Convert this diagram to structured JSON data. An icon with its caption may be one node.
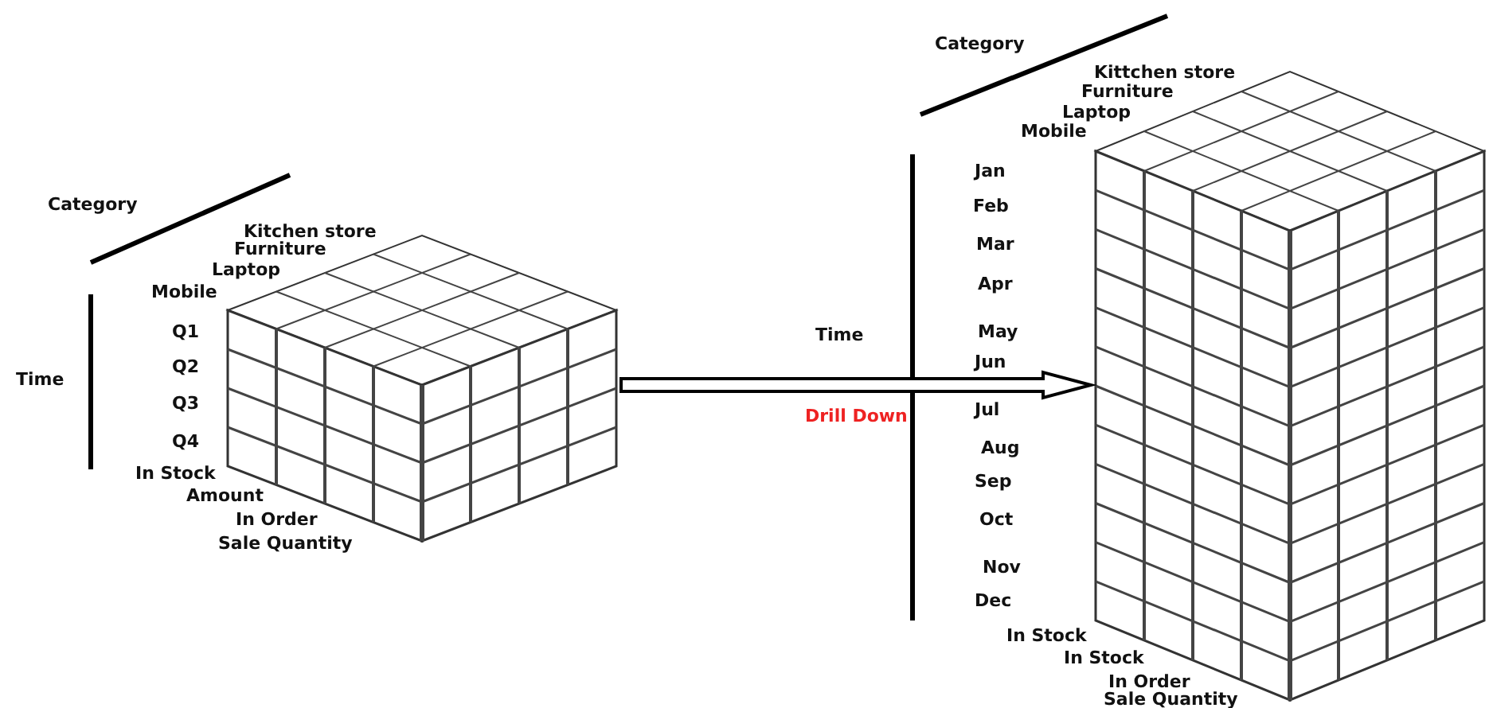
{
  "diagram": {
    "nodes": [
      {
        "text": [],
        "shape": "cube"
      },
      {
        "text": [],
        "shape": "cube"
      }
    ],
    "edges": [
      {
        "from": 0,
        "to": 1,
        "arrow": "to",
        "label": "Drill Down"
      }
    ],
    "labels": [
      "Category",
      "Kitchen store",
      "Furniture",
      "Laptop",
      "Mobile",
      "Time",
      "Q1",
      "Q2",
      "Q3",
      "Q4",
      "In Stock",
      "Amount",
      "In Order",
      "Sale Quantity",
      "Category",
      "Kittchen store",
      "Furniture",
      "Laptop",
      "Mobile",
      "Time",
      "Jan",
      "Feb",
      "Mar",
      "Apr",
      "May",
      "Jun",
      "Jul",
      "Aug",
      "Sep",
      "Oct",
      "Nov",
      "Dec",
      "In Stock",
      "In Stock",
      "In Order",
      "Sale Quantity"
    ]
  }
}
